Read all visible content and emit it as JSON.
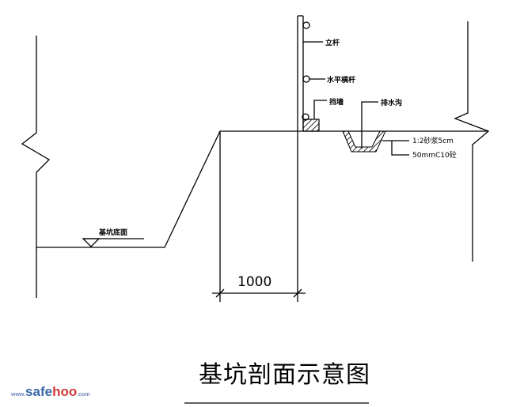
{
  "title": "基坑剖面示意图",
  "dimension": "1000",
  "labels": {
    "upright_pole": "立杆",
    "horizontal_bar": "水平横杆",
    "retaining_wall": "挡墙",
    "drain_ditch": "排水沟",
    "mortar_layer": "1:2砂浆5cm",
    "concrete_layer": "50mmC10砼",
    "pit_bottom": "基坑底面"
  },
  "watermark": {
    "prefix": "www.",
    "brand_a": "safe",
    "brand_b": "hoo",
    "suffix": ".com"
  }
}
